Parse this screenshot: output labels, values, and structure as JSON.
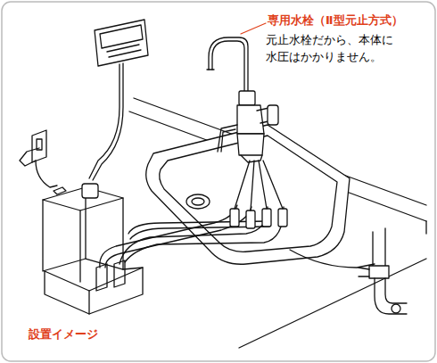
{
  "diagram": {
    "labels": [
      "専用水栓（Ⅱ型元止方式）",
      "元止水栓だから、本体に 水圧はかかりません。",
      "設置イメージ"
    ]
  }
}
